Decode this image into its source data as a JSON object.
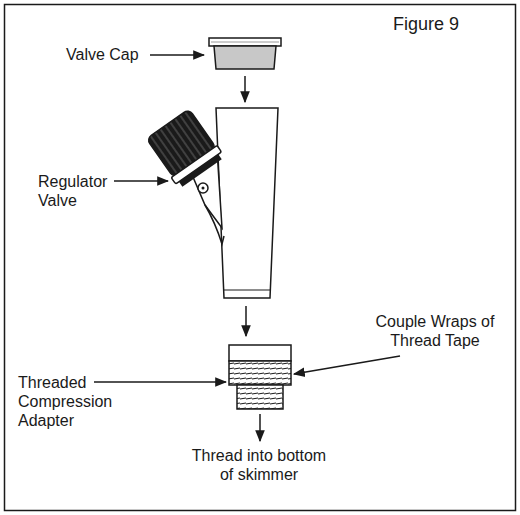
{
  "diagram": {
    "labels": [
      "Figure 9",
      "Valve Cap",
      "Regulator Valve",
      "Couple Wraps of Thread Tape",
      "Threaded Compression Adapter",
      "Thread into bottom of skimmer"
    ]
  }
}
